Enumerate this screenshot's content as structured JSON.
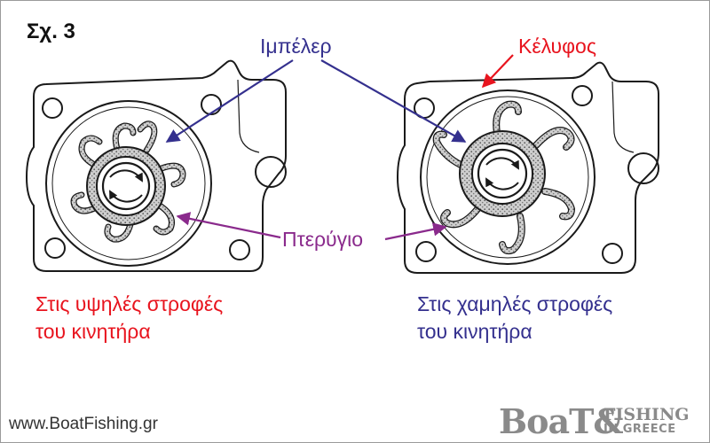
{
  "figure_label": "Σχ. 3",
  "callouts": {
    "impeller": "Ιμπέλερ",
    "housing": "Κέλυφος",
    "vane": "Πτερύγιο"
  },
  "captions": {
    "left": {
      "line1": "Στις υψηλές στροφές",
      "line2": "του κινητήρα"
    },
    "right": {
      "line1": "Στις χαμηλές στροφές",
      "line2": "του κινητήρα"
    }
  },
  "footer": {
    "website": "www.BoatFishing.gr",
    "logo": {
      "word1": "BoaT&",
      "word2": "FISHING",
      "word3": "IN GREECE"
    }
  },
  "colors": {
    "label_red": "#e8141e",
    "label_blue": "#34308e",
    "label_purple": "#8a2a8c",
    "line_art": "#1a1a1a",
    "impeller_fill": "#c7c7c7",
    "logo_gray": "#8a8a8a"
  }
}
